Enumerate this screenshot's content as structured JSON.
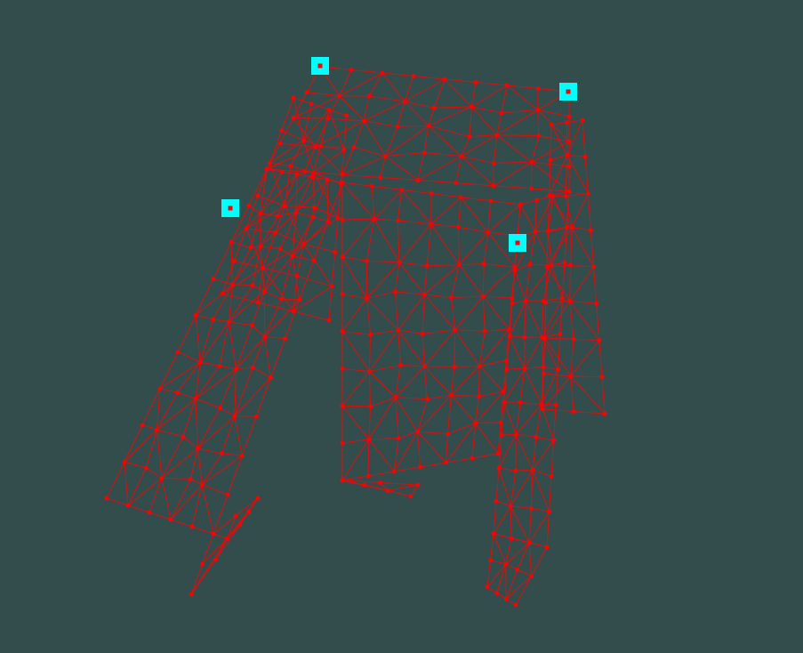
{
  "scene": {
    "description_text": "",
    "colors": {
      "background": "#334d4d",
      "mesh_edge": "#ff0000",
      "mesh_vertex": "#ff0000",
      "handle_fill": "#00ffff",
      "handle_center": "#ff0000"
    },
    "mesh": {
      "name": "cloth-mesh",
      "cols": 9,
      "rows": 10
    },
    "handles": [
      {
        "name": "pin-handle-top-left",
        "icon": "square-handle-icon"
      },
      {
        "name": "pin-handle-top-right",
        "icon": "square-handle-icon"
      },
      {
        "name": "pin-handle-left-sleeve",
        "icon": "square-handle-icon"
      },
      {
        "name": "pin-handle-right-sleeve",
        "icon": "square-handle-icon"
      }
    ]
  }
}
